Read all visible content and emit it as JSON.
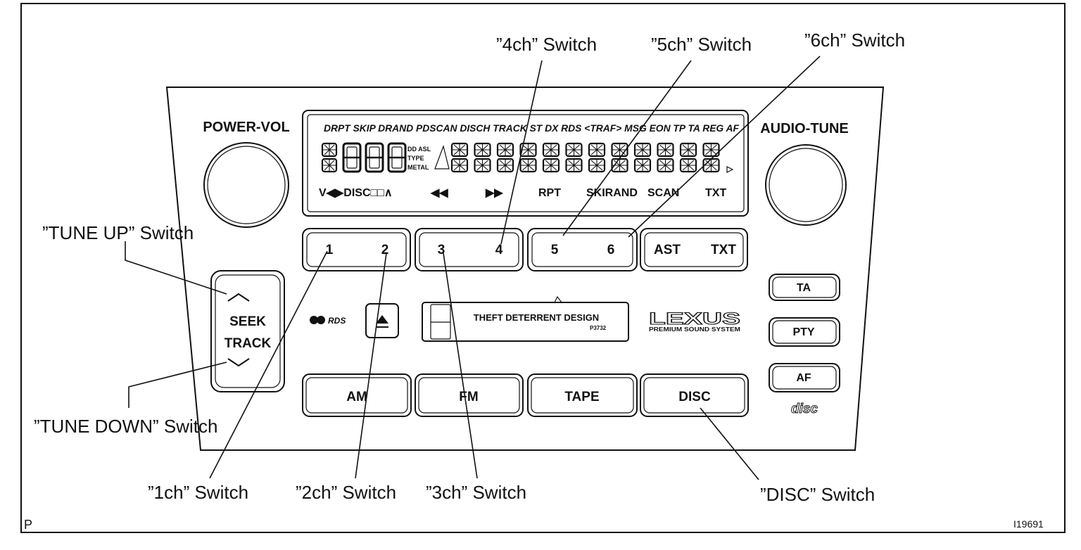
{
  "corner_letter": "P",
  "figure_code": "I19691",
  "callouts": {
    "ch4": "”4ch” Switch",
    "ch5": "”5ch” Switch",
    "ch6": "”6ch” Switch",
    "tune_up": "”TUNE UP” Switch",
    "tune_down": "”TUNE DOWN” Switch",
    "ch1": "”1ch” Switch",
    "ch2": "”2ch” Switch",
    "ch3": "”3ch” Switch",
    "disc": "”DISC” Switch"
  },
  "knobs": {
    "power_vol": "POWER-VOL",
    "audio_tune": "AUDIO-TUNE"
  },
  "display": {
    "top_indicators": "DRPT SKIP DRAND PDSCAN DISCH TRACK ST DX RDS <TRAF> MSG EON TP TA REG AF",
    "tape_labels": [
      "DD ASL",
      "TYPE",
      "METAL"
    ],
    "bottom_indicators": [
      "V◀▶DISC□□∧",
      "◀◀",
      "▶▶",
      "RPT",
      "SKIRAND",
      "SCAN",
      "TXT"
    ]
  },
  "presets": [
    [
      "1",
      "2"
    ],
    [
      "3",
      "4"
    ],
    [
      "5",
      "6"
    ],
    [
      "AST",
      "TXT"
    ]
  ],
  "seek": [
    "SEEK",
    "TRACK"
  ],
  "rds_label": "RDS",
  "cassette": {
    "title": "THEFT DETERRENT DESIGN",
    "code": "P3732"
  },
  "brand": {
    "logo": "LEXUS",
    "subtitle": "PREMIUM SOUND SYSTEM"
  },
  "side_buttons": [
    "TA",
    "PTY",
    "AF"
  ],
  "mode_buttons": [
    "AM",
    "FM",
    "TAPE",
    "DISC"
  ],
  "disc_logo": "disc"
}
